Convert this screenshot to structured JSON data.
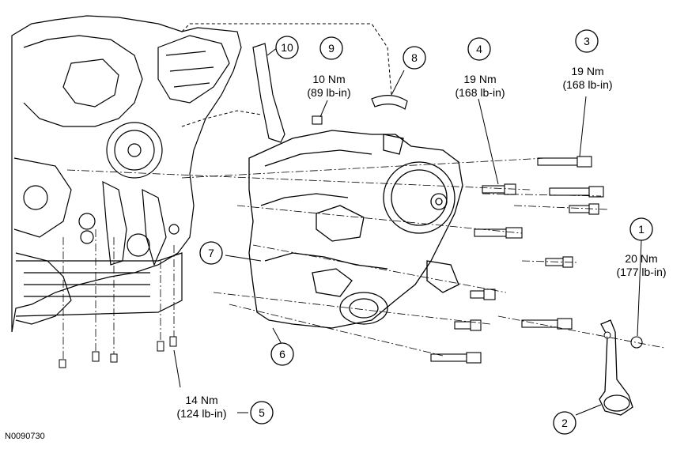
{
  "callouts": [
    {
      "id": "1",
      "torque_nm": "20 Nm",
      "torque_lbin": "(177 lb-in)"
    },
    {
      "id": "2"
    },
    {
      "id": "3",
      "torque_nm": "19 Nm",
      "torque_lbin": "(168 lb-in)"
    },
    {
      "id": "4",
      "torque_nm": "19 Nm",
      "torque_lbin": "(168 lb-in)"
    },
    {
      "id": "5",
      "torque_nm": "14 Nm",
      "torque_lbin": "(124 lb-in)"
    },
    {
      "id": "6"
    },
    {
      "id": "7"
    },
    {
      "id": "8"
    },
    {
      "id": "9",
      "torque_nm": "10 Nm",
      "torque_lbin": "(89 lb-in)"
    },
    {
      "id": "10"
    }
  ],
  "figure_id": "N0090730"
}
